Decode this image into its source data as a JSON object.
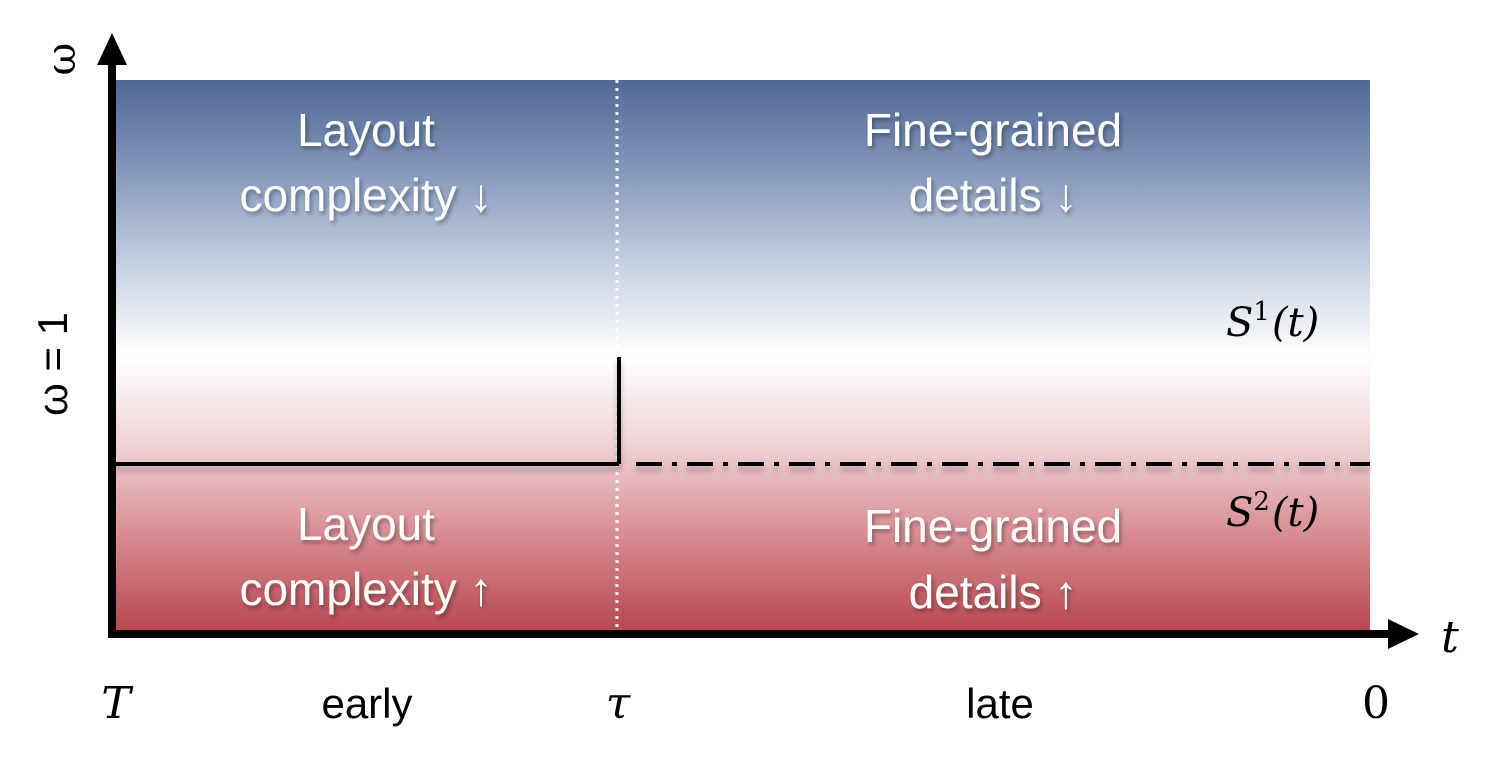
{
  "axes": {
    "y_label": "ω",
    "x_label": "t",
    "omega_one": "ω = 1",
    "x_start": "T",
    "x_mid": "τ",
    "x_end": "0",
    "phase_early": "early",
    "phase_late": "late"
  },
  "regions": {
    "upper_left": {
      "line1": "Layout",
      "line2": "complexity ↓"
    },
    "upper_right": {
      "line1": "Fine-grained",
      "line2": "details ↓"
    },
    "lower_left": {
      "line1": "Layout",
      "line2": "complexity ↑"
    },
    "lower_right": {
      "line1": "Fine-grained",
      "line2": "details ↑"
    }
  },
  "schedules": {
    "s1": {
      "symbol": "S",
      "superscript": "1",
      "arg": "(t)"
    },
    "s2": {
      "symbol": "S",
      "superscript": "2",
      "arg": "(t)"
    }
  },
  "colors": {
    "top": "#4f6896",
    "neutral": "#ffffff",
    "bottom": "#b8454d",
    "lines": "#000000"
  }
}
